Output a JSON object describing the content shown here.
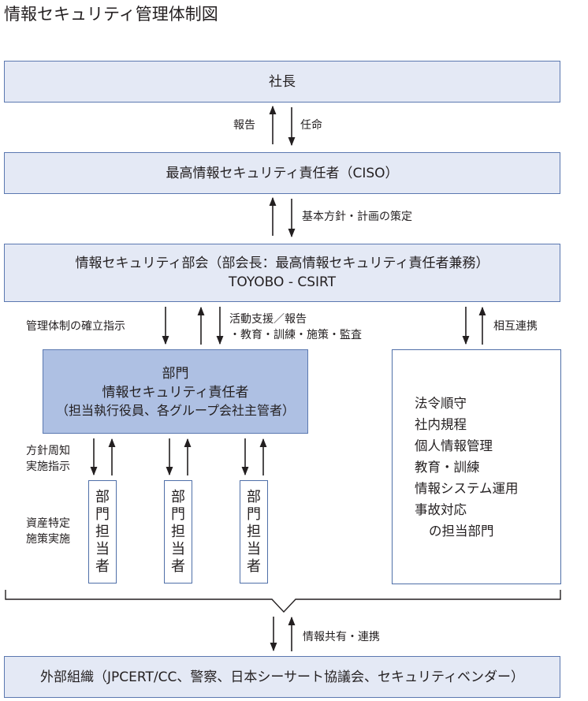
{
  "title": "情報セキュリティ管理体制図",
  "boxes": {
    "president": "社長",
    "ciso": "最高情報セキュリティ責任者（CISO）",
    "committee_line1": "情報セキュリティ部会（部会長：最高情報セキュリティ責任者兼務）",
    "committee_line2": "TOYOBO - CSIRT",
    "dept_line1": "部門",
    "dept_line2": "情報セキュリティ責任者",
    "dept_line3": "（担当執行役員、各グループ会社主管者）",
    "staff": "部門担当者",
    "responsible_depts": [
      "法令順守",
      "社内規程",
      "個人情報管理",
      "教育・訓練",
      "情報システム運用",
      "事故対応",
      "の担当部門"
    ],
    "external": "外部組織（JPCERT/CC、警察、日本シーサート協議会、セキュリティベンダー）"
  },
  "labels": {
    "report": "報告",
    "appoint": "任命",
    "basic_policy": "基本方針・計画の策定",
    "mgmt_instruction": "管理体制の確立指示",
    "support_line1": "活動支援／報告",
    "support_line2": "・教育・訓練・施策・監査",
    "mutual": "相互連携",
    "policy_line1": "方針周知",
    "policy_line2": "実施指示",
    "asset_line1": "資産特定",
    "asset_line2": "施策実施",
    "info_share": "情報共有・連携"
  }
}
